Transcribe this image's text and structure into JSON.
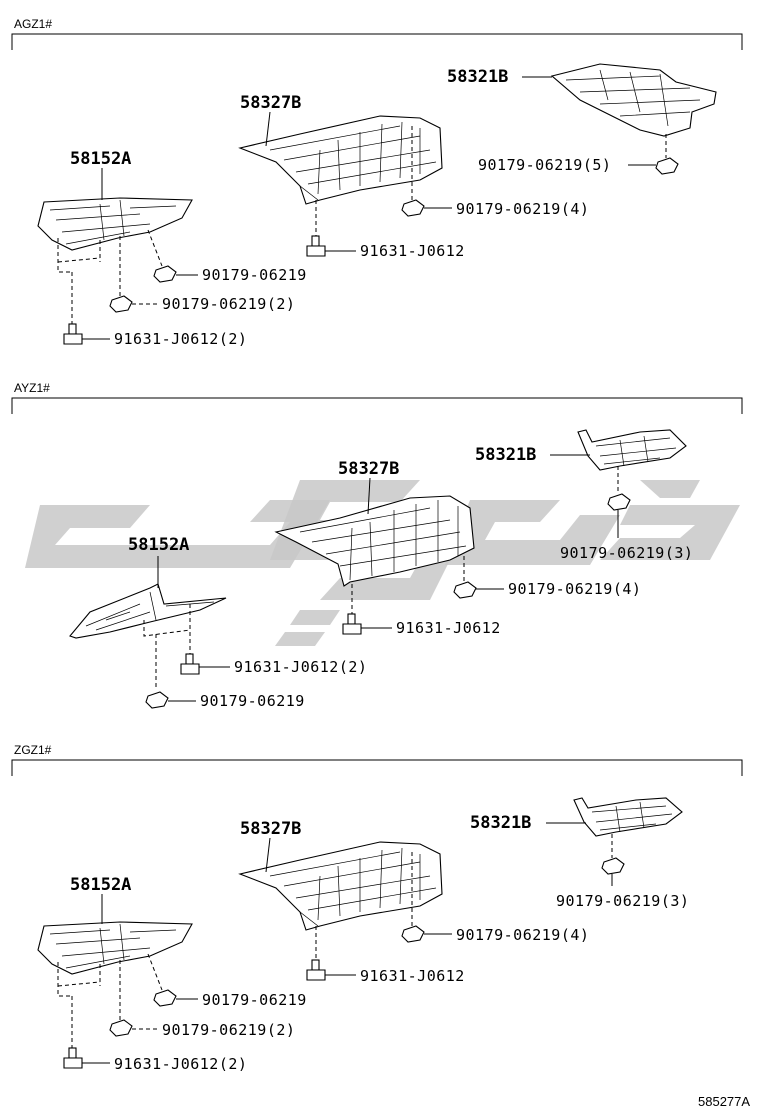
{
  "sections": [
    {
      "title": "AGZ1#",
      "parts": {
        "undercover_a": "58152A",
        "undercover_b": "58327B",
        "undercover_c": "58321B"
      },
      "fasteners": {
        "nut_single": "90179-06219",
        "nut_x2": "90179-06219(2)",
        "bolt_x2": "91631-J0612(2)",
        "bolt_single": "91631-J0612",
        "nut_x4": "90179-06219(4)",
        "nut_x5": "90179-06219(5)"
      }
    },
    {
      "title": "AYZ1#",
      "parts": {
        "undercover_a": "58152A",
        "undercover_b": "58327B",
        "undercover_c": "58321B"
      },
      "fasteners": {
        "bolt_x2": "91631-J0612(2)",
        "nut_single": "90179-06219",
        "bolt_single": "91631-J0612",
        "nut_x4": "90179-06219(4)",
        "nut_x3": "90179-06219(3)"
      }
    },
    {
      "title": "ZGZ1#",
      "parts": {
        "undercover_a": "58152A",
        "undercover_b": "58327B",
        "undercover_c": "58321B"
      },
      "fasteners": {
        "nut_single": "90179-06219",
        "nut_x2": "90179-06219(2)",
        "bolt_x2": "91631-J0612(2)",
        "bolt_single": "91631-J0612",
        "nut_x4": "90179-06219(4)",
        "nut_x3": "90179-06219(3)"
      }
    }
  ],
  "footer": {
    "diagram_code": "585277A"
  },
  "colors": {
    "watermark": "#c8c8c8",
    "line": "#000000"
  }
}
